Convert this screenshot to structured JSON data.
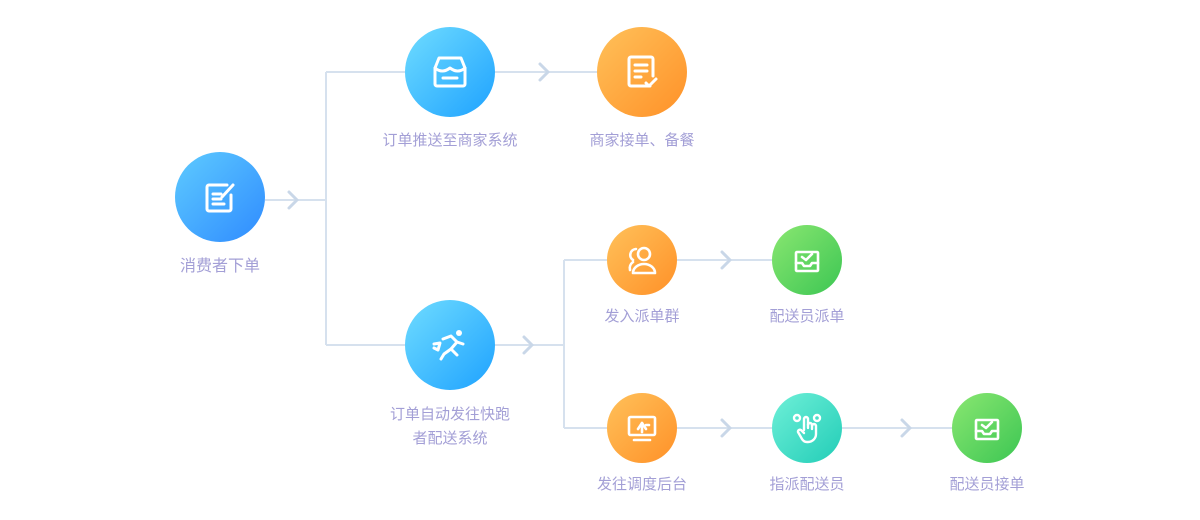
{
  "nodes": {
    "consumer_order": {
      "label": "消费者下单",
      "icon": "edit-icon"
    },
    "push_merchant": {
      "label": "订单推送至商家系统",
      "icon": "store-icon"
    },
    "merchant_accept": {
      "label": "商家接单、备餐",
      "icon": "checklist-icon"
    },
    "auto_dispatch": {
      "label_line1": "订单自动发往快跑",
      "label_line2": "者配送系统",
      "icon": "runner-icon"
    },
    "dispatch_group": {
      "label": "发入派单群",
      "icon": "group-icon"
    },
    "courier_dispatch": {
      "label": "配送员派单",
      "icon": "inbox-check-icon"
    },
    "dispatch_backend": {
      "label": "发往调度后台",
      "icon": "monitor-icon"
    },
    "assign_courier": {
      "label": "指派配送员",
      "icon": "hand-pointer-icon"
    },
    "courier_accept": {
      "label": "配送员接单",
      "icon": "inbox-check-icon"
    }
  },
  "colors": {
    "connector": "#d6e1ee",
    "label": "#a39fd6",
    "blue": "#2f8bff",
    "orange": "#ff9128",
    "green": "#3cc653",
    "teal": "#22cdb7"
  }
}
